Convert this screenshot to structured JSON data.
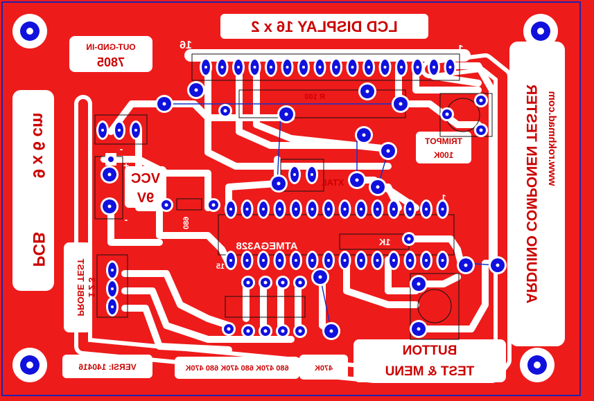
{
  "colors": {
    "board": "#ee1b1b",
    "silk": "#ffffff",
    "pad": "#1111dd",
    "wire": "#1133cc",
    "frame": "#2222aa"
  },
  "labels": {
    "lcd_title": "LCD DISPLAY 16 x 2",
    "lcd_pin_right": "1",
    "lcd_pin_left": "16",
    "reg_pins": "OUT-GND-IN",
    "reg_name": "7805",
    "resistor_100": "R 100",
    "trimpot": "TRIMPOT",
    "trimpot_value": "100K",
    "xtal": "XTAL",
    "vcc": "VCC",
    "vcc_value": "9V",
    "plus": "+",
    "minus": "-",
    "mcu": "ATMEGA328",
    "mcu_pin_1": "1",
    "mcu_pin_15": "15",
    "res_1k": "1K",
    "res_680_a": "680",
    "probe": "PROBE TEST",
    "probe_pins": "1 2 3",
    "button": "BUTTON",
    "button_sub": "TEST & MENU",
    "bottom_values": "680  470K 680  470K 680  470K",
    "res_470k": "470K",
    "versi": "VERSI: 140416",
    "board_size": "9 x 6 cm",
    "pcb": "PCB",
    "side_title": "ARDUINO COMPONEN TESTER",
    "side_url": "www.rokhmad.com"
  }
}
